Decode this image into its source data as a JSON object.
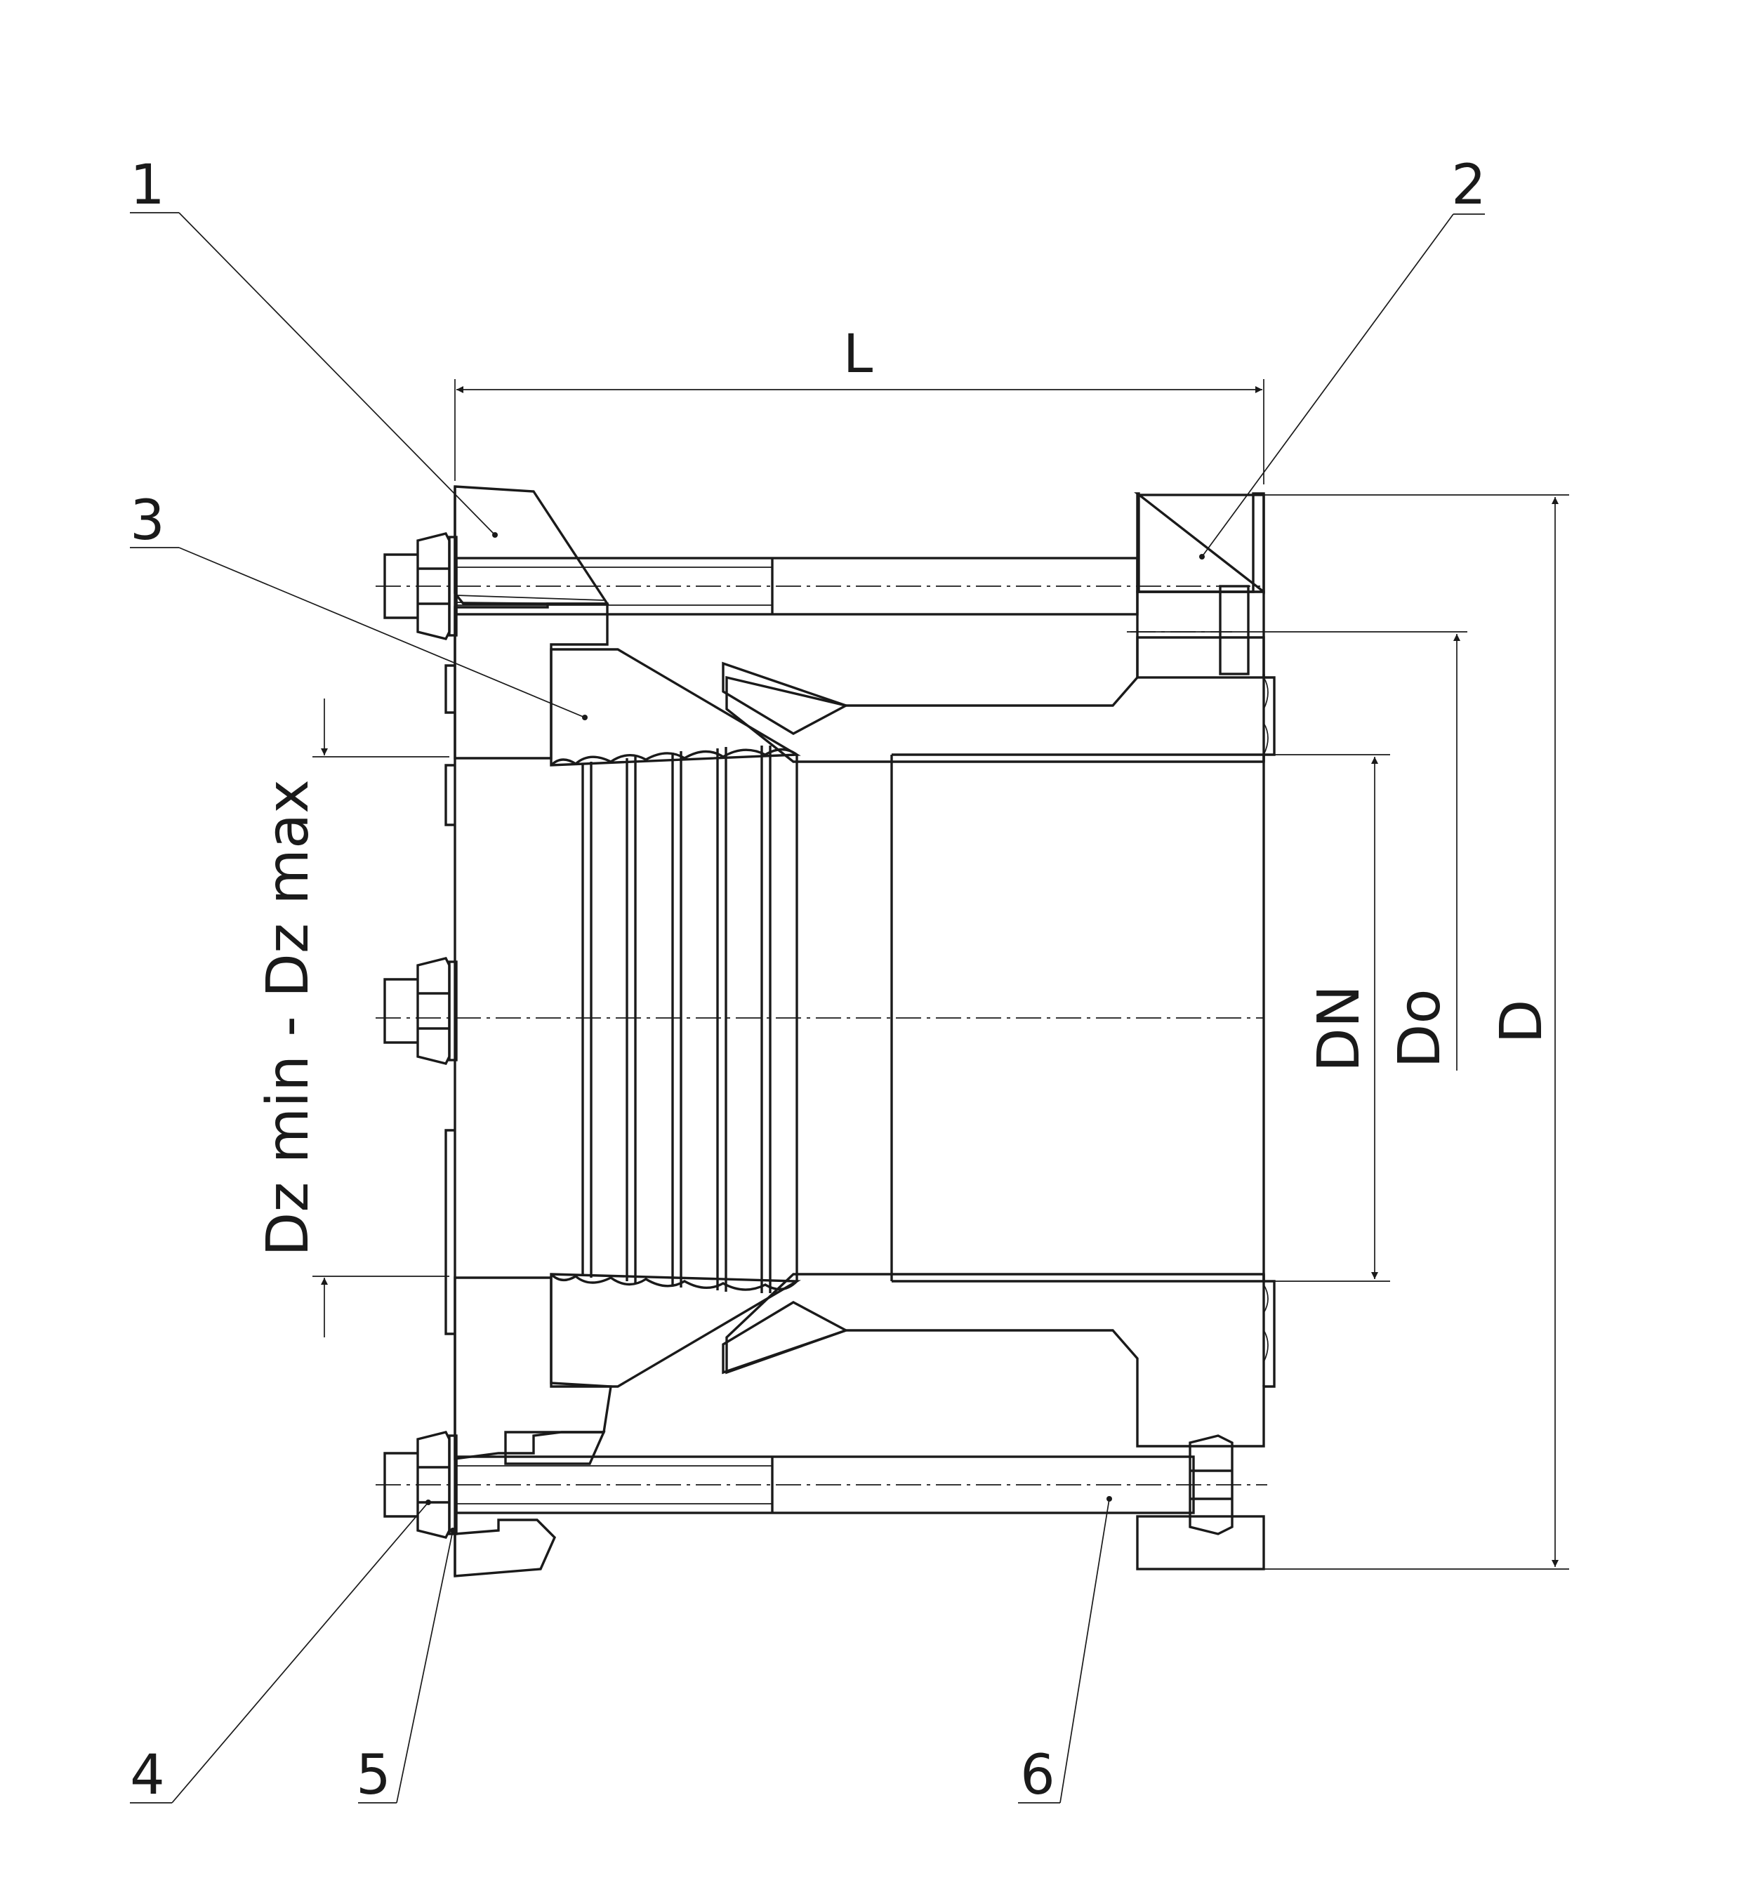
{
  "drawing": {
    "callouts": {
      "c1": "1",
      "c2": "2",
      "c3": "3",
      "c4": "4",
      "c5": "5",
      "c6": "6"
    },
    "dimensions": {
      "L": "L",
      "D": "D",
      "Do": "Do",
      "DN": "DN",
      "Dz": "Dz min - Dz max"
    },
    "colors": {
      "line": "#1a1a1a",
      "background": "#ffffff"
    }
  }
}
